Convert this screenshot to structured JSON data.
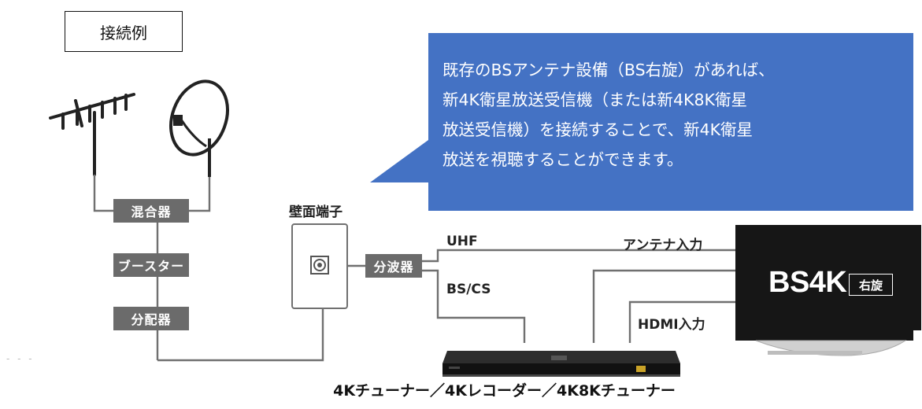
{
  "title": "接続例",
  "callout": {
    "text": "既存のBSアンテナ設備（BS右旋）があれば、\n新4K衛星放送受信機（または新4K8K衛星\n放送受信機）を接続することで、新4K衛星\n放送を視聴することができます。",
    "color": "#4472c4"
  },
  "devices": {
    "mixer": "混合器",
    "booster": "ブースター",
    "distributor": "分配器",
    "wall_terminal": "壁面端子",
    "splitter": "分波器"
  },
  "lines": {
    "uhf": "UHF",
    "bscs": "BS/CS",
    "antenna_input": "アンテナ入力",
    "hdmi_input": "HDMI入力"
  },
  "tv": {
    "label": "BS4K",
    "badge": "右旋"
  },
  "caption": "4Kチューナー／4Kレコーダー／4K8Kチューナー",
  "colors": {
    "device_box": "#6b6b6b",
    "wire": "#707070",
    "tv": "#161616"
  }
}
